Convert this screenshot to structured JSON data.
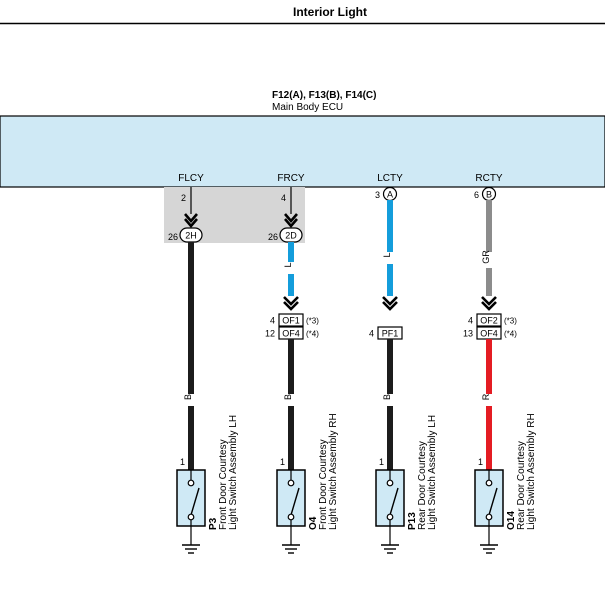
{
  "title": "Interior Light",
  "ecu": {
    "code": "F12(A), F13(B), F14(C)",
    "name": "Main Body ECU",
    "fill_color": "#cfe9f5"
  },
  "terminals": [
    {
      "label": "FLCY",
      "pin": "2"
    },
    {
      "label": "FRCY",
      "pin": "4"
    },
    {
      "label": "LCTY",
      "pin": "3",
      "conn": "A"
    },
    {
      "label": "RCTY",
      "pin": "6",
      "conn": "B"
    }
  ],
  "junctions": [
    {
      "pin": "26",
      "conn": "2H"
    },
    {
      "pin": "26",
      "conn": "2D"
    }
  ],
  "wires": {
    "l1": "L",
    "l2": "L",
    "gr": "GR",
    "b1": "B",
    "b2": "B",
    "b3": "B",
    "r": "R"
  },
  "colors": {
    "black": "#1c1c1c",
    "blue": "#149ddb",
    "gray": "#8c8c8c",
    "red": "#e41c23",
    "junction_block": "#d6d6d6",
    "switch_fill": "#cfe9f5"
  },
  "connectors": {
    "c1": {
      "pin_top": "4",
      "conn_top": "OF1",
      "note_top": "(*3)",
      "pin_bot": "12",
      "conn_bot": "OF4",
      "note_bot": "(*4)"
    },
    "c2": {
      "pin": "4",
      "conn": "PF1"
    },
    "c3": {
      "pin_top": "4",
      "conn_top": "OF2",
      "note_top": "(*3)",
      "pin_bot": "13",
      "conn_bot": "OF4",
      "note_bot": "(*4)"
    }
  },
  "switches": [
    {
      "pin": "1",
      "code": "P3",
      "line1": "Front Door Courtesy",
      "line2": "Light Switch Assembly LH"
    },
    {
      "pin": "1",
      "code": "O4",
      "line1": "Front Door Courtesy",
      "line2": "Light Switch Assembly RH"
    },
    {
      "pin": "1",
      "code": "P13",
      "line1": "Rear Door Courtesy",
      "line2": "Light Switch Assembly LH"
    },
    {
      "pin": "1",
      "code": "O14",
      "line1": "Rear Door Courtesy",
      "line2": "Light Switch Assembly RH"
    }
  ]
}
